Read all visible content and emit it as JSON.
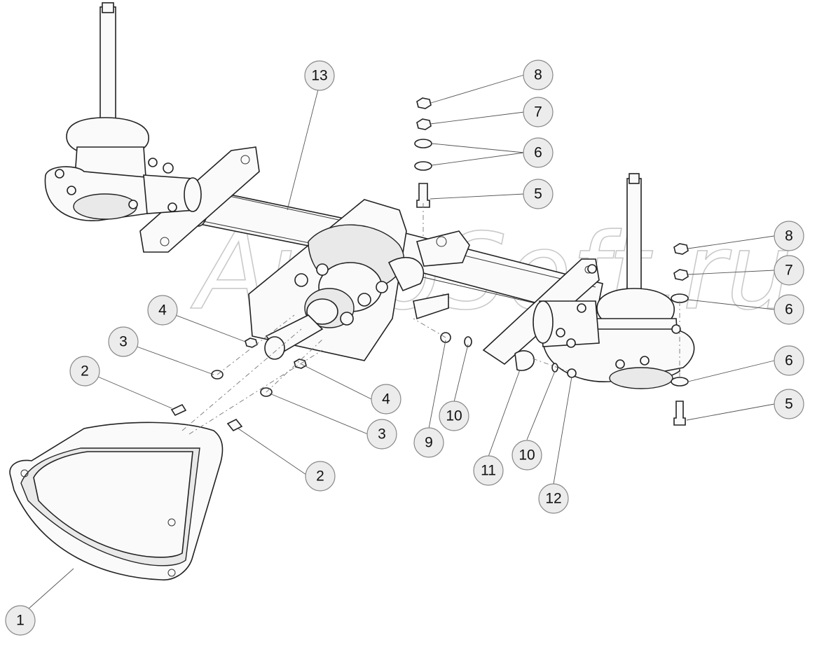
{
  "watermark": "AutoSoft.ru",
  "callouts": [
    {
      "id": "c1",
      "label": "1"
    },
    {
      "id": "c2a",
      "label": "2"
    },
    {
      "id": "c2b",
      "label": "2"
    },
    {
      "id": "c3a",
      "label": "3"
    },
    {
      "id": "c3b",
      "label": "3"
    },
    {
      "id": "c4a",
      "label": "4"
    },
    {
      "id": "c4b",
      "label": "4"
    },
    {
      "id": "c5a",
      "label": "5"
    },
    {
      "id": "c5b",
      "label": "5"
    },
    {
      "id": "c6a",
      "label": "6"
    },
    {
      "id": "c6b",
      "label": "6"
    },
    {
      "id": "c6c",
      "label": "6"
    },
    {
      "id": "c7a",
      "label": "7"
    },
    {
      "id": "c7b",
      "label": "7"
    },
    {
      "id": "c8a",
      "label": "8"
    },
    {
      "id": "c8b",
      "label": "8"
    },
    {
      "id": "c9",
      "label": "9"
    },
    {
      "id": "c10a",
      "label": "10"
    },
    {
      "id": "c10b",
      "label": "10"
    },
    {
      "id": "c11",
      "label": "11"
    },
    {
      "id": "c12",
      "label": "12"
    },
    {
      "id": "c13",
      "label": "13"
    }
  ]
}
